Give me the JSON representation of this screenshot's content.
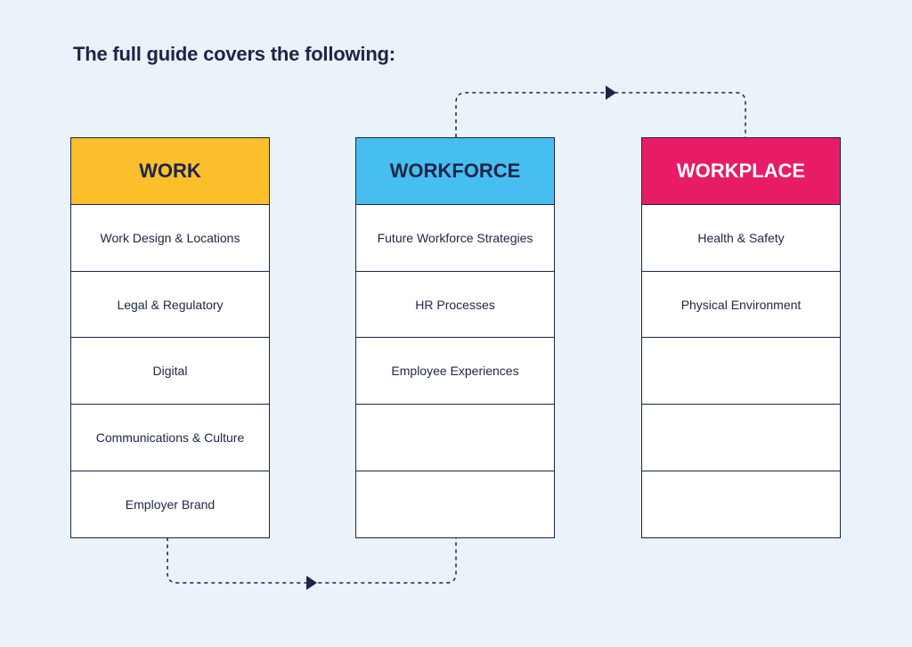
{
  "title": "The full guide covers the following:",
  "colors": {
    "background": "#eaf2fa",
    "ink": "#1d2547",
    "work": "#fbbf2b",
    "workforce": "#46bff0",
    "workplace": "#e81b67"
  },
  "columns": [
    {
      "header": "WORK",
      "items": [
        "Work Design & Locations",
        "Legal & Regulatory",
        "Digital",
        "Communications & Culture",
        "Employer Brand"
      ]
    },
    {
      "header": "WORKFORCE",
      "items": [
        "Future Workforce Strategies",
        "HR Processes",
        "Employee Experiences",
        "",
        ""
      ]
    },
    {
      "header": "WORKPLACE",
      "items": [
        "Health & Safety",
        "Physical Environment",
        "",
        "",
        ""
      ]
    }
  ]
}
